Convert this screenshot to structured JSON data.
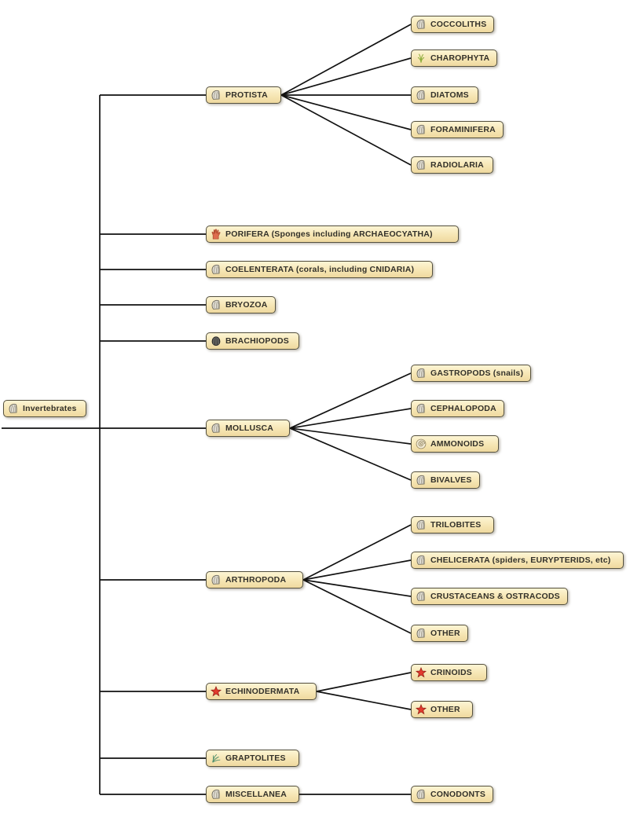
{
  "root": {
    "label": "Invertebrates",
    "icon": "fossil-icon"
  },
  "branches": [
    {
      "label": "PROTISTA",
      "icon": "fossil-icon",
      "children": [
        {
          "label": "COCCOLITHS",
          "icon": "fossil-icon"
        },
        {
          "label": "CHAROPHYTA",
          "icon": "plant-icon"
        },
        {
          "label": "DIATOMS",
          "icon": "fossil-icon"
        },
        {
          "label": "FORAMINIFERA",
          "icon": "fossil-icon"
        },
        {
          "label": "RADIOLARIA",
          "icon": "fossil-icon"
        }
      ]
    },
    {
      "label": "PORIFERA (Sponges including ARCHAEOCYATHA)",
      "icon": "hand-icon",
      "children": []
    },
    {
      "label": "COELENTERATA (corals, including CNIDARIA)",
      "icon": "fossil-icon",
      "children": []
    },
    {
      "label": "BRYOZOA",
      "icon": "fossil-icon",
      "children": []
    },
    {
      "label": "BRACHIOPODS",
      "icon": "brachiopod-icon",
      "children": []
    },
    {
      "label": "MOLLUSCA",
      "icon": "fossil-icon",
      "children": [
        {
          "label": "GASTROPODS (snails)",
          "icon": "fossil-icon"
        },
        {
          "label": "CEPHALOPODA",
          "icon": "fossil-icon"
        },
        {
          "label": "AMMONOIDS",
          "icon": "ammonite-spiral-icon"
        },
        {
          "label": "BIVALVES",
          "icon": "fossil-icon"
        }
      ]
    },
    {
      "label": "ARTHROPODA",
      "icon": "fossil-icon",
      "children": [
        {
          "label": "TRILOBITES",
          "icon": "fossil-icon"
        },
        {
          "label": "CHELICERATA (spiders, EURYPTERIDS, etc)",
          "icon": "fossil-icon"
        },
        {
          "label": "CRUSTACEANS & OSTRACODS",
          "icon": "fossil-icon"
        },
        {
          "label": "OTHER",
          "icon": "fossil-icon"
        }
      ]
    },
    {
      "label": "ECHINODERMATA",
      "icon": "star-icon",
      "children": [
        {
          "label": "CRINOIDS",
          "icon": "star-icon"
        },
        {
          "label": "OTHER",
          "icon": "star-icon"
        }
      ]
    },
    {
      "label": "GRAPTOLITES",
      "icon": "graptolite-icon",
      "children": []
    },
    {
      "label": "MISCELLANEA",
      "icon": "fossil-icon",
      "children": [
        {
          "label": "CONODONTS",
          "icon": "fossil-icon"
        }
      ]
    }
  ],
  "colors": {
    "node_background_top": "#fdf5d4",
    "node_background_bottom": "#efd99f",
    "node_border": "#55513f",
    "label_text": "#33312a",
    "connector_line": "#111111",
    "star": "#e23b2e",
    "hand": "#dd6c4e",
    "plant": "#8fae3e",
    "graptolite": "#4e8f6e"
  }
}
